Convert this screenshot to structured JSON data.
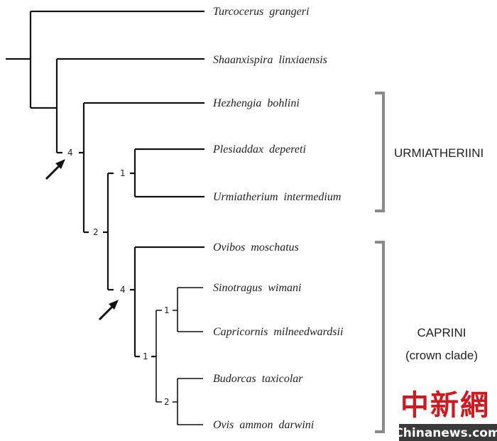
{
  "taxa": [
    "Turcocerus grangeri",
    "Shaanxispira linxiaensis",
    "Hezhengia bohlini",
    "Plesiaddax depereti",
    "Urmiatherium intermedium",
    "Ovibos moschatus",
    "Sinotragus wimani",
    "Capricornis milneedwardsii",
    "Budorcas taxicolar",
    "Ovis ammon darwini"
  ],
  "node_support": [
    "4",
    "2",
    "1",
    "4",
    "1",
    "1",
    "2"
  ],
  "clades": {
    "urmiatheriini": "URMIATHERIINI",
    "caprini": "CAPRINI",
    "caprini_note": "(crown clade)"
  },
  "watermark": {
    "cn": "中新網",
    "en": "Chinanews.com"
  },
  "colors": {
    "line": "#111111",
    "bracket": "#8a8a8a",
    "watermark_red": "#d01820"
  }
}
